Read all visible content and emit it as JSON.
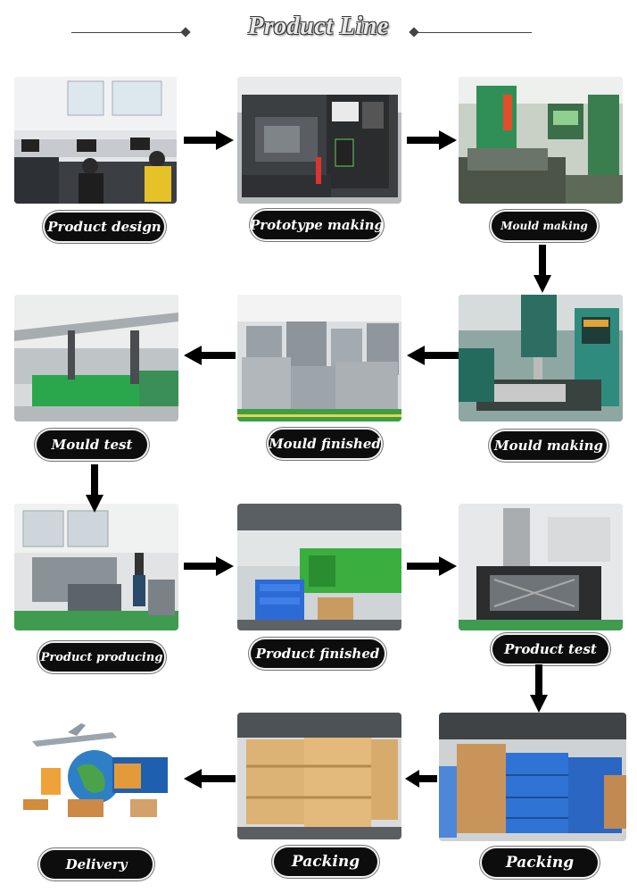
{
  "title": "Product Line",
  "steps": [
    {
      "label": "Product design",
      "icon": "office-photo"
    },
    {
      "label": "Prototype making",
      "icon": "cnc-lathe-photo"
    },
    {
      "label": "Mould making",
      "icon": "edm-machine-photo"
    },
    {
      "label": "Mould making",
      "icon": "milling-machine-photo"
    },
    {
      "label": "Mould finished",
      "icon": "mould-blocks-photo"
    },
    {
      "label": "Mould test",
      "icon": "injection-hall-photo"
    },
    {
      "label": "Product producing",
      "icon": "production-machine-photo"
    },
    {
      "label": "Product finished",
      "icon": "green-injection-machine-photo"
    },
    {
      "label": "Product test",
      "icon": "test-machine-photo"
    },
    {
      "label": "Packing",
      "icon": "warehouse-crates-photo"
    },
    {
      "label": "Packing",
      "icon": "wooden-cases-photo"
    },
    {
      "label": "Delivery",
      "icon": "logistics-globe-photo"
    }
  ],
  "colors": {
    "label_bg": "#0d0d0d",
    "label_text": "#ffffff",
    "arrow": "#000000"
  }
}
